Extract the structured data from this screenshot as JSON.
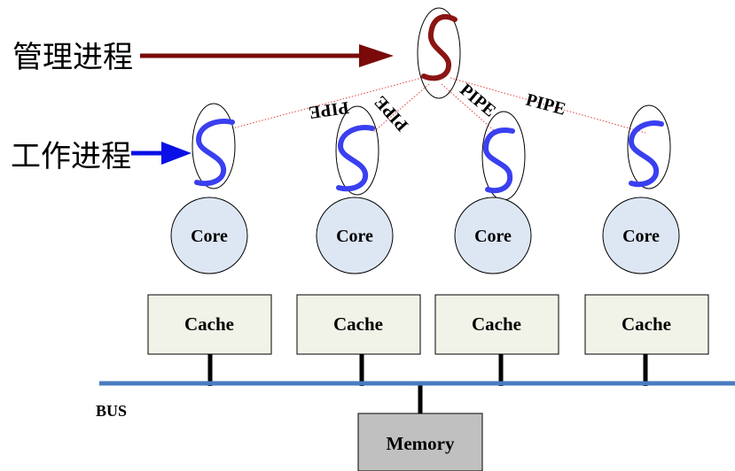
{
  "labels": {
    "manager_process": "管理进程",
    "worker_process": "工作进程",
    "bus": "BUS",
    "memory": "Memory"
  },
  "pipes": [
    "PIPE",
    "PIPE",
    "PIPE",
    "PIPE"
  ],
  "cores": [
    "Core",
    "Core",
    "Core",
    "Core"
  ],
  "caches": [
    "Cache",
    "Cache",
    "Cache",
    "Cache"
  ],
  "colors": {
    "manager_arrow": "#7a0a0a",
    "manager_s": "#8b1414",
    "worker_arrow": "#0a10e6",
    "worker_s": "#3a3ff0",
    "bus": "#4a7bbf",
    "core_fill": "#dde7f4",
    "cache_fill": "#f1f3e8",
    "memory_fill": "#c0c0c0",
    "pipe_line": "#e04040"
  }
}
